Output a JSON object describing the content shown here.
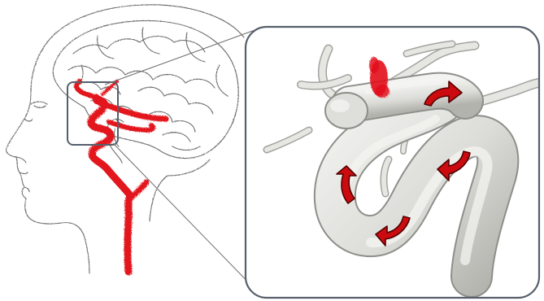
{
  "figure": {
    "colors": {
      "background": "#ffffff",
      "sketch_line": "#6d6d6d",
      "artery_red": "#e2121b",
      "vessel_fill": "#e7e7e4",
      "vessel_shade": "#bdbdb9",
      "vessel_dark": "#8e8e8a",
      "flow_arrow_fill": "#cc0b10",
      "flow_arrow_stroke": "#520000",
      "frame_stroke": "#555f6b"
    },
    "head_sketch": {
      "icon": "head-profile-with-brain-sketch",
      "artery_icon": "carotid-artery-red"
    },
    "zoom_box": {
      "icon": "zoom-region-rectangle"
    },
    "inset": {
      "icon": "3d-artery-mesh",
      "aneurysm_icon": "aneurysm-red-blob",
      "flow_arrows": [
        {
          "icon": "curved-flow-arrow",
          "direction": "right"
        },
        {
          "icon": "curved-flow-arrow",
          "direction": "down-left"
        },
        {
          "icon": "curved-flow-arrow",
          "direction": "up"
        },
        {
          "icon": "curved-flow-arrow",
          "direction": "down-left"
        }
      ]
    }
  }
}
